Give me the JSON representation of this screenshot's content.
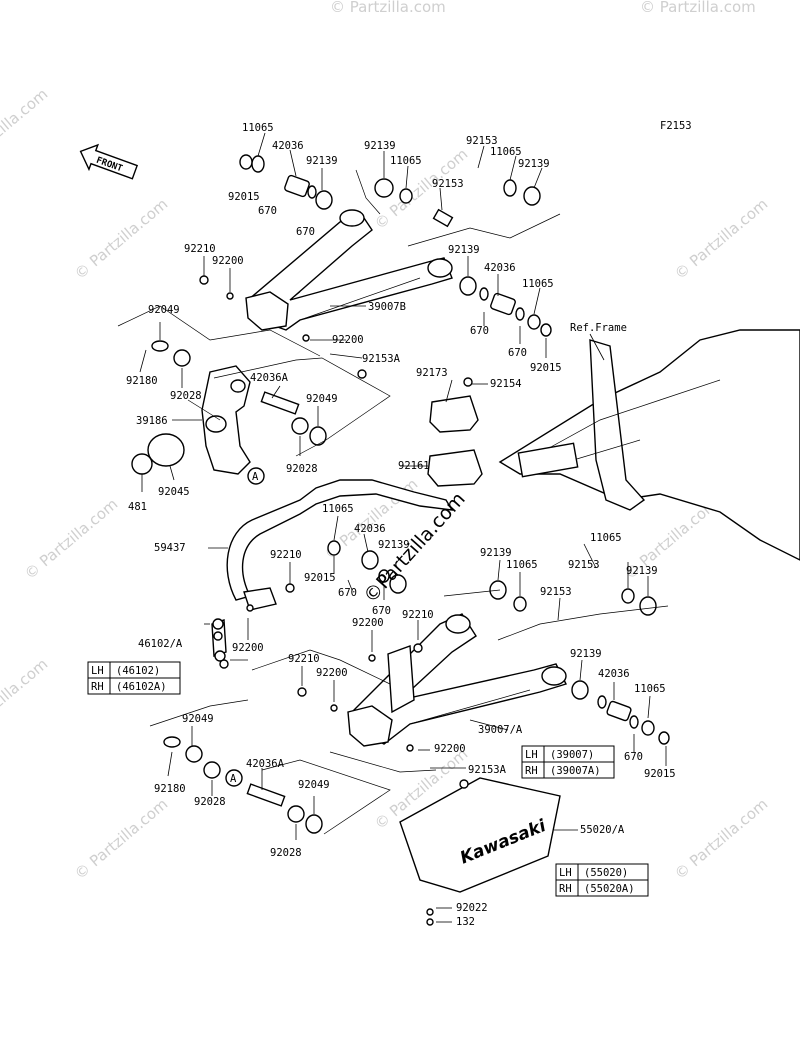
{
  "figure_code": "F2153",
  "front_label": "FRONT",
  "ref_frame": "Ref.Frame",
  "watermark": "© Partzilla.com",
  "center_watermark": "©Partzilla.com",
  "brand": "Kawasaki",
  "labels": [
    "11065",
    "42036",
    "92139",
    "92139",
    "11065",
    "92153",
    "11065",
    "92139",
    "92015",
    "670",
    "670",
    "92153",
    "92210",
    "92200",
    "92139",
    "42036",
    "11065",
    "39007B",
    "92049",
    "92200",
    "670",
    "670",
    "92015",
    "92180",
    "92028",
    "92153A",
    "42036A",
    "92049",
    "92173",
    "92154",
    "39186",
    "92028",
    "92045",
    "481",
    "92161",
    "11065",
    "42036",
    "92139",
    "59437",
    "92210",
    "92015",
    "670",
    "670",
    "92139",
    "11065",
    "92153",
    "11065",
    "92139",
    "92153",
    "92210",
    "46102/A",
    "92200",
    "92200",
    "92139",
    "92210",
    "92200",
    "42036",
    "11065",
    "39007/A",
    "92049",
    "42036A",
    "92180",
    "92028",
    "92200",
    "92153A",
    "670",
    "92015",
    "92049",
    "92028",
    "55020/A",
    "92022",
    "132"
  ],
  "tables": [
    {
      "rows": [
        [
          "LH",
          "(46102)"
        ],
        [
          "RH",
          "(46102A)"
        ]
      ]
    },
    {
      "rows": [
        [
          "LH",
          "(39007)"
        ],
        [
          "RH",
          "(39007A)"
        ]
      ]
    },
    {
      "rows": [
        [
          "LH",
          "(55020)"
        ],
        [
          "RH",
          "(55020A)"
        ]
      ]
    }
  ],
  "callout_a": "A"
}
